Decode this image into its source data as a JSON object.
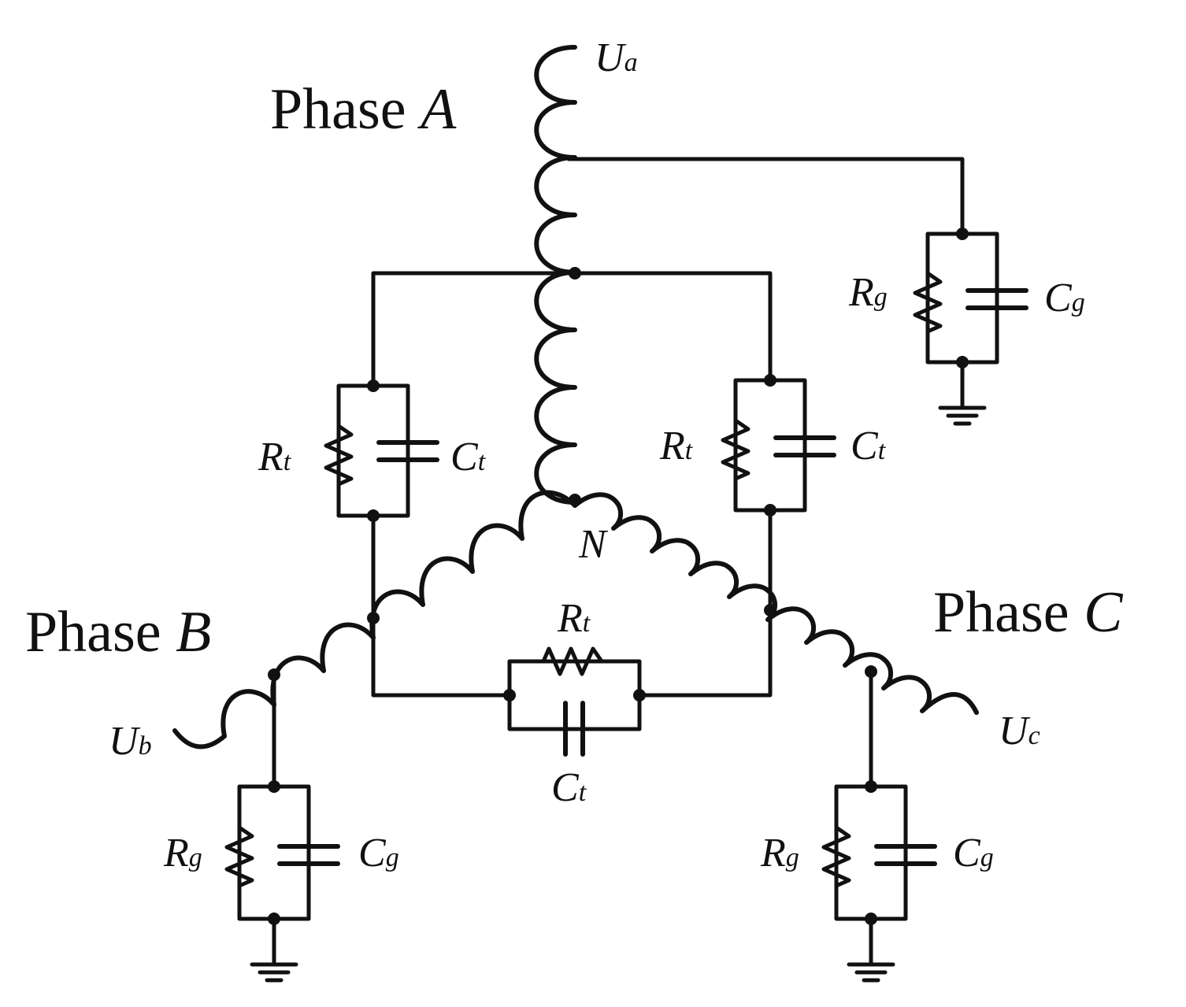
{
  "phases": {
    "a": {
      "prefix": "Phase ",
      "letter": "A"
    },
    "b": {
      "prefix": "Phase ",
      "letter": "B"
    },
    "c": {
      "prefix": "Phase ",
      "letter": "C"
    }
  },
  "terminals": {
    "ua": {
      "main": "U",
      "sub": "a"
    },
    "ub": {
      "main": "U",
      "sub": "b"
    },
    "uc": {
      "main": "U",
      "sub": "c"
    }
  },
  "neutral": "N",
  "components": {
    "rt": {
      "main": "R",
      "sub": "t"
    },
    "ct": {
      "main": "C",
      "sub": "t"
    },
    "rg": {
      "main": "R",
      "sub": "g"
    },
    "cg": {
      "main": "C",
      "sub": "g"
    }
  }
}
